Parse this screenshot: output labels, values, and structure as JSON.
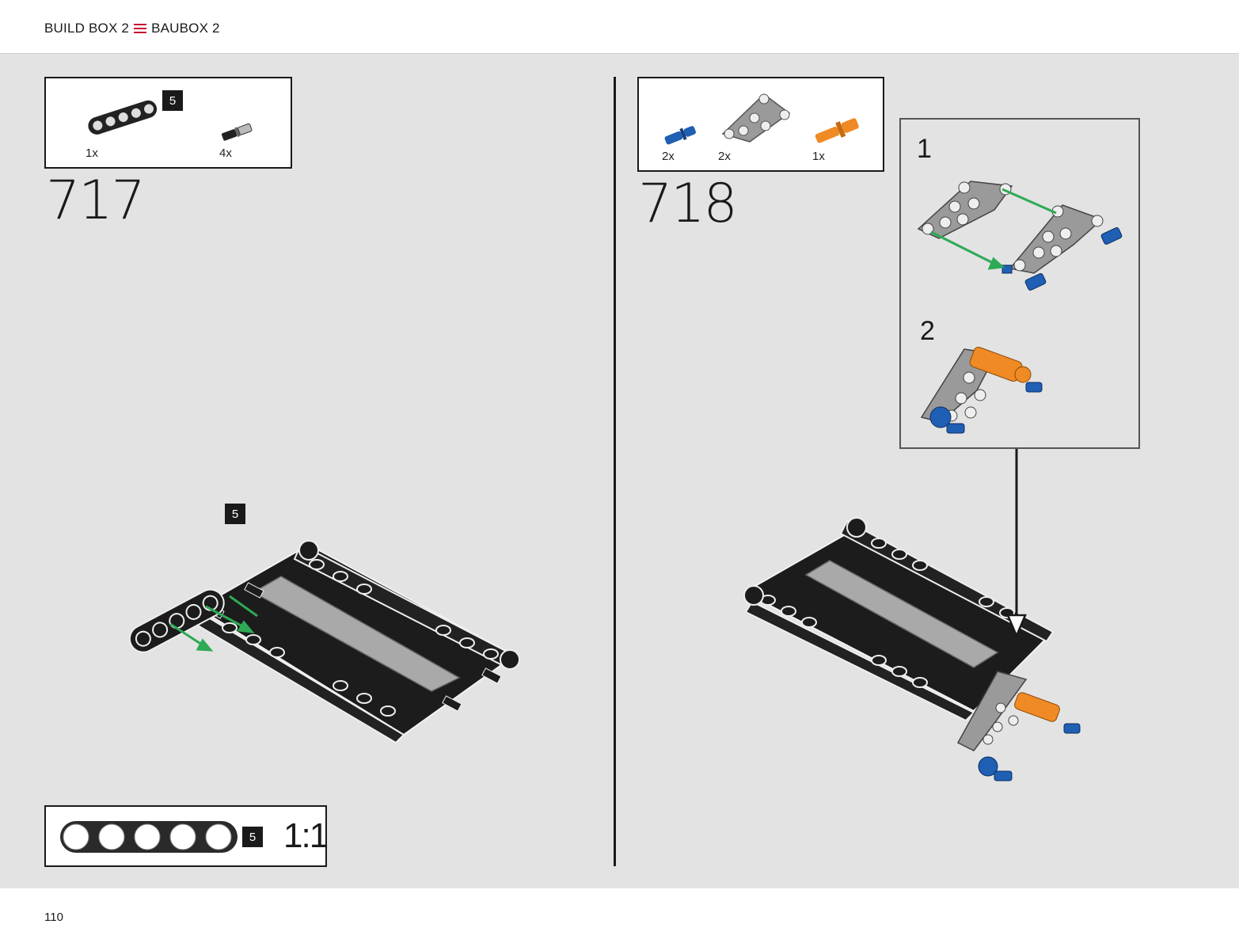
{
  "header": {
    "title_left": "BUILD BOX 2",
    "title_right": "BAUBOX 2",
    "menu_icon": "menu-icon",
    "accent_color": "#c8102e"
  },
  "footer": {
    "page_number": "110"
  },
  "step_717": {
    "number": "717",
    "parts": [
      {
        "icon": "technic-beam-5-black",
        "qty": "1x",
        "length_badge": "5"
      },
      {
        "icon": "axle-pin-black",
        "qty": "4x"
      }
    ],
    "callout_badge": "5",
    "scale_reference": {
      "icon": "technic-beam-5-black",
      "length_badge": "5",
      "ratio": "1:1"
    }
  },
  "step_718": {
    "number": "718",
    "parts": [
      {
        "icon": "pin-blue",
        "qty": "2x"
      },
      {
        "icon": "triangle-liftarm-gray",
        "qty": "2x"
      },
      {
        "icon": "pin-orange",
        "qty": "1x"
      }
    ],
    "substeps": [
      "1",
      "2"
    ]
  }
}
